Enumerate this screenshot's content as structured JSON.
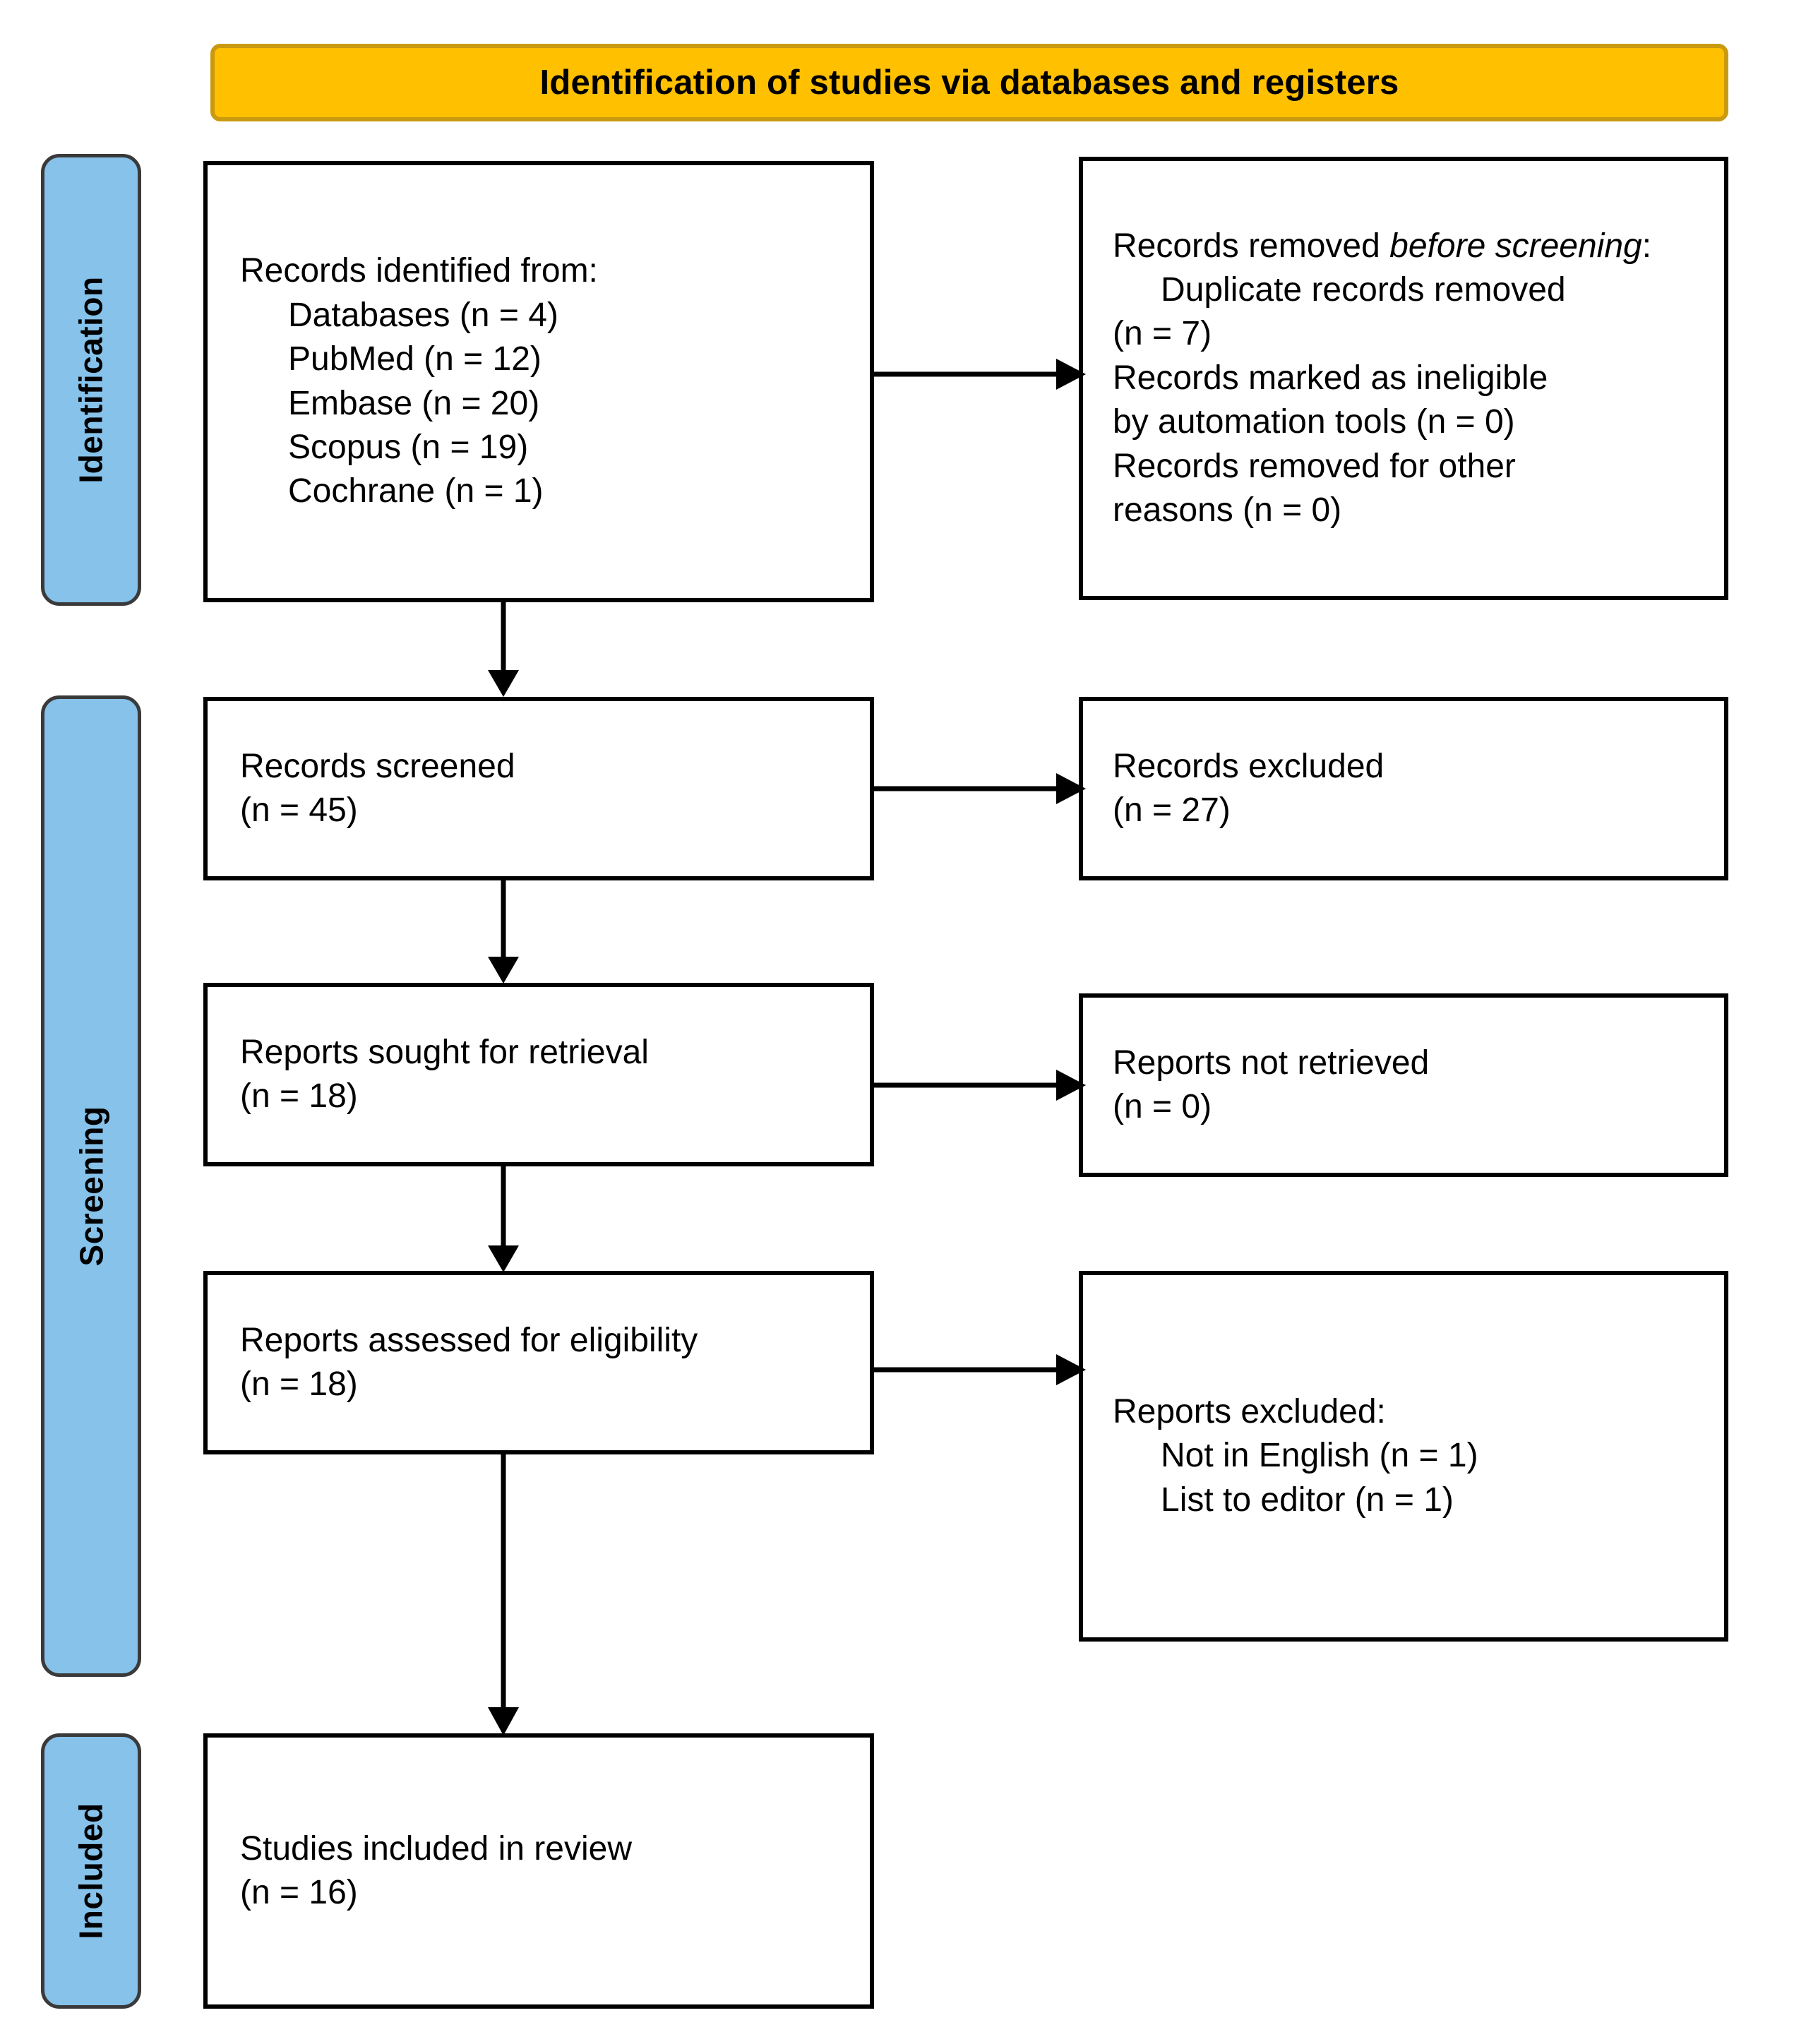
{
  "banner": {
    "title": "Identification of studies via databases and registers"
  },
  "stages": [
    {
      "id": "identification",
      "label": "Identification"
    },
    {
      "id": "screening",
      "label": "Screening"
    },
    {
      "id": "included",
      "label": "Included"
    }
  ],
  "boxes": {
    "records_identified": {
      "heading": "Records identified from:",
      "items": [
        "Databases (n = 4)",
        "PubMed (n = 12)",
        "Embase (n = 20)",
        "Scopus (n = 19)",
        "Cochrane  (n = 1)"
      ]
    },
    "records_removed": {
      "heading_plain": "Records removed ",
      "heading_italic": "before screening",
      "heading_colon": ":",
      "items": [
        "Duplicate records removed",
        "(n = 7)",
        "Records marked as ineligible",
        "by automation tools (n = 0)",
        "Records removed for other",
        "reasons (n = 0)"
      ]
    },
    "records_screened": {
      "line1": "Records screened",
      "line2": "(n = 45)"
    },
    "records_excluded": {
      "line1": "Records excluded",
      "line2": "(n = 27)"
    },
    "reports_sought": {
      "line1": "Reports sought for retrieval",
      "line2": "(n = 18)"
    },
    "reports_not_retrieved": {
      "line1": "Reports not retrieved",
      "line2": "(n = 0)"
    },
    "reports_assessed": {
      "line1": "Reports assessed for eligibility",
      "line2": "(n = 18)"
    },
    "reports_excluded": {
      "heading": "Reports excluded:",
      "items": [
        "Not in English (n = 1)",
        "List to editor (n = 1)"
      ]
    },
    "studies_included": {
      "line1": "Studies included in review",
      "line2": "(n = 16)"
    }
  },
  "colors": {
    "banner_fill": "#FFC000",
    "banner_border": "#C99A10",
    "stage_tab_fill": "#86C2EA",
    "stage_tab_border": "#3A3A3A",
    "box_border": "#000000",
    "connector": "#000000",
    "text": "#000000",
    "page_background": "#FFFFFF"
  }
}
